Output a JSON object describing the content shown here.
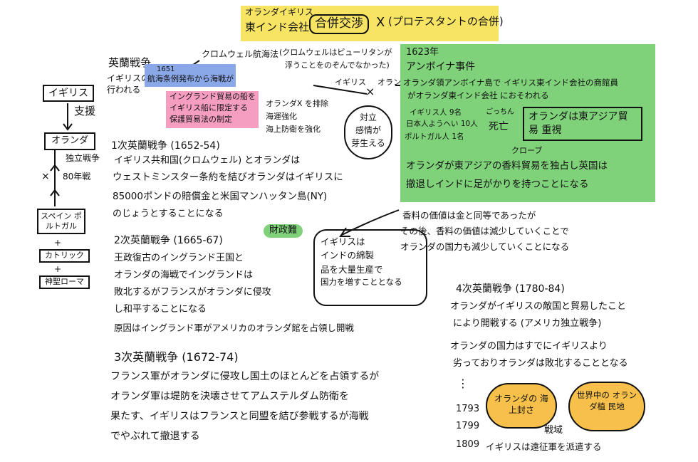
{
  "header": {
    "line1": "オランダイギリス",
    "line2": "東インド会社",
    "boxed": "合併交渉",
    "mark": "X",
    "note": "(プロテスタントの合併)"
  },
  "left_chain": {
    "england": "イギリス",
    "support": "支援",
    "netherlands": "オランダ",
    "war_label_1": "独立戦争",
    "war_label_2": "80年戦",
    "spain_portugal": "スペイン ポルトガル",
    "plus1": "+",
    "catholic": "カトリック",
    "plus2": "+",
    "hre": "神聖ローマ"
  },
  "anglo_dutch": {
    "title": "英蘭戦争",
    "line1": "イギリスの",
    "line2": "行われる",
    "act_year": "1651",
    "act_name": "航海条例発布から海戦が",
    "pink_lines": [
      "イングランド貿易の船を",
      "イギリス船に限定する",
      "保護貿易法の制定"
    ],
    "cromwell_act": "クロムウェル航海法",
    "cromwell_note_1": "(クロムウェルはピューリタンが",
    "cromwell_note_2": "浮うことをのぞんでなかった)",
    "dutch_exclude": [
      "オランダX を排除",
      "海運強化",
      "海上防衛を強化"
    ],
    "igirisu_small": "イギリス",
    "oranda_small": "オランダ",
    "conflict": [
      "対立",
      "感情が",
      "芽生える"
    ]
  },
  "amboyna": {
    "year": "1623年",
    "title": "アンボイナ事件",
    "line1": "オランダ領アンボイナ島で イギリス東インド会社の商館員",
    "line2": "がオランダ東インド会社 におそわれる",
    "victims": [
      "イギリス人 9名",
      "日本人ようへい 10人",
      "ポルトガル人 1名"
    ],
    "gotcha": "ごっちん",
    "death": "死亡",
    "asia_box": "オランダは東アジア貿易 重視",
    "clove": "クローブ",
    "monopoly_1": "オランダが東アジアの香料貿易を独占し英国は",
    "monopoly_2": "撤退しインドに足がかりを持つことになる"
  },
  "first_war": {
    "title": "1次英蘭戦争 (1652-54)",
    "line1": "イギリス共和国(クロムウェル) とオランダは",
    "line2": "ウェストミンスター条約を結びオランダはイギリスに",
    "line3": "85000ポンドの賠償金と米国マンハッタン島(NY)",
    "line4": "のじょうとすることになる"
  },
  "spice": {
    "line1": "香料の価値は金と同等であったが",
    "line2": "その後、香料の価値は減少していくことで",
    "line3": "オランダの国力も減少していくことになる"
  },
  "india_box": [
    "イギリスは",
    "インドの綿製",
    "品を大量生産で",
    "国力を増すこととなる"
  ],
  "second_war": {
    "title": "2次英蘭戦争 (1665-67)",
    "badge": "財政難",
    "line1": "王政復古のイングランド王国と",
    "line2": "オランダの海戦でイングランドは",
    "line3": "敗北するがフランスがオランダに侵攻",
    "line4": "し和平することになる",
    "line5": "原因はイングランド軍がアメリカのオランダ館を占領し開戦"
  },
  "third_war": {
    "title": "3次英蘭戦争 (1672-74)",
    "line1": "フランス軍がオランダに侵攻し国土のほとんどを占領するが",
    "line2": "オランダ軍は堤防を決壊させてアムステルダム防衛を",
    "line3": "果たす、イギリスはフランスと同盟を結び参戦するが海戦",
    "line4": "でやぶれて撤退する"
  },
  "fourth_war": {
    "title": "4次英蘭戦争 (1780-84)",
    "line1": "オランダがイギリスの敵国と貿易したこと",
    "line2": "により開戦する (アメリカ独立戦争)",
    "line3": "オランダの国力はすでにイギリスより",
    "line4": "劣っておりオランダは敗北することとなる",
    "dots": "⋮",
    "years": [
      "1793",
      "1799",
      "1809"
    ],
    "circle1": "オランダの 海上封さ",
    "circle2": "世界中の オランダ植 民地",
    "battle": "戦域",
    "final": "イギリスは遠征軍を派遣する"
  },
  "colors": {
    "yellow": "#f7e463",
    "blue": "#8aa8e8",
    "pink": "#f59ec2",
    "green": "#7fd17a",
    "orange": "#f6c04a"
  }
}
